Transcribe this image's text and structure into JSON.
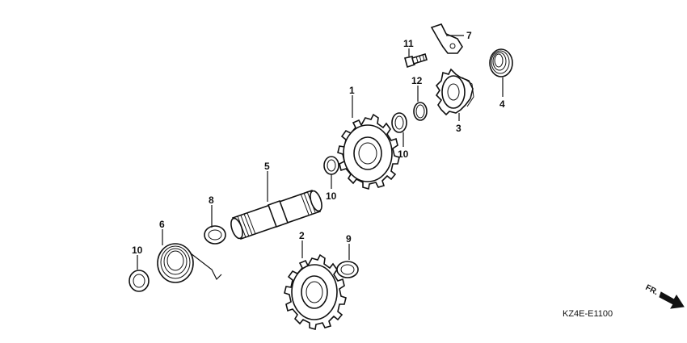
{
  "diagram_code": "KZ4E-E1100",
  "front_label": "FR.",
  "callouts": {
    "p1": "1",
    "p2": "2",
    "p3": "3",
    "p4": "4",
    "p5": "5",
    "p6": "6",
    "p7": "7",
    "p8": "8",
    "p9": "9",
    "p10a": "10",
    "p10b": "10",
    "p10c": "10",
    "p11": "11",
    "p12": "12"
  },
  "colors": {
    "line": "#111111",
    "background": "#ffffff"
  }
}
